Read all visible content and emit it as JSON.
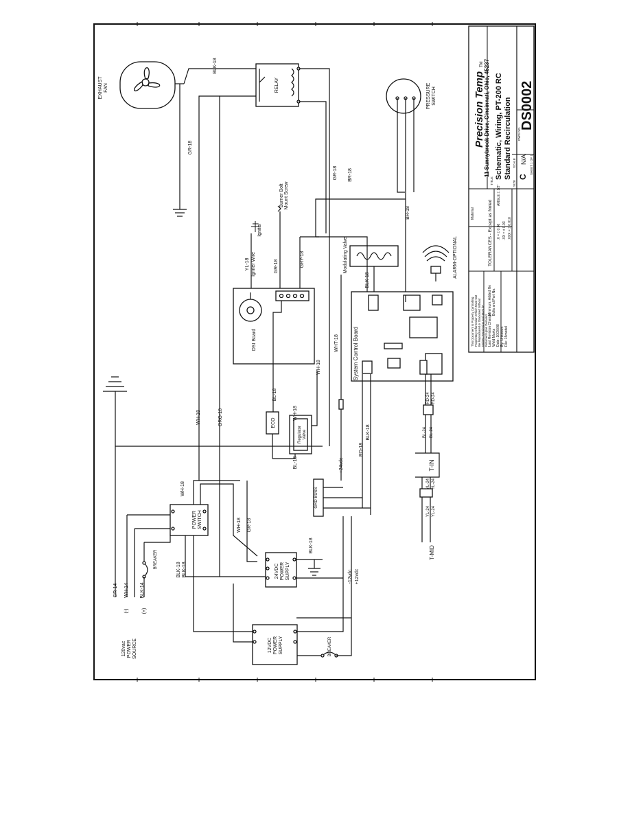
{
  "title_block": {
    "company": "Precision Temp",
    "tm": "TM",
    "address": "11 Sunnybrook Drive, Cincinnati, Ohio, 45237",
    "title_label": "TITLE:",
    "title_line1": "Schematic, Wiring, PT-200 RC",
    "title_line2": "Standard Recirculation",
    "size_label": "SIZE",
    "size_value": "C",
    "scale_label": "SCALE",
    "scale_value": "N/A",
    "dwg_label": "DWG NO.",
    "dwg_value": "DS0002",
    "sheet_label": "SHEET 1 OF 1",
    "tolerances": "TOLERANCES - Except as Noted",
    "tol_rows": [
      ".X = ± 0.06",
      ".XX = ± 0.03",
      ".XXX = ± 0.010",
      "ANGLE ± 1/2°"
    ],
    "notice": "This Document is Property Controlling Proprietary Information Which Must Not Be Reproduced or Disclosed Without Written Permission and Must be Returned Upon Demand.",
    "material_label": "Material",
    "notes": [
      "Last Revision Change",
      "Weld Marks",
      "Minimum, Added file",
      "Bolts and Part No."
    ],
    "date_label": "Date: 10/20/08",
    "by_label": "By: Unknown",
    "file_label": "File: 15model"
  },
  "components": {
    "exhaust_fan": "EXHAUST FAN",
    "relay": "RELAY",
    "pressure_switch": "PRESSURE SWITCH",
    "dsi_board": "DSI Board",
    "igniter_wire": "Igniter Wire",
    "igniter": "Igniter",
    "burner_bolt": "Burner Bolt Mount Screw",
    "modulating_valve": "Modulating Valve",
    "alarm": "ALARM-OPTIONAL",
    "control_board": "System Control Board",
    "regulator_valve": "Regulator Valve",
    "eco": "ECO",
    "power_switch": "POWER SWITCH",
    "ps24": "24VDC POWER SUPPLY",
    "ps12": "12VDC POWER SUPPLY",
    "breaker1": "BREAKER",
    "breaker2": "BREAKER",
    "power_source": "120vac POWER SOURCE",
    "grd_buss": "GRD BUSS",
    "t_in": "T-IN",
    "t_mid": "T-MID"
  },
  "wires": {
    "blk18_fan": "BLK-18",
    "gr18_fan": "GR-18",
    "gr18_relay": "GR-18",
    "br18_a": "BR-18",
    "br18_b": "BR-18",
    "yl18": "YL-18",
    "gr18_b": "GR-18",
    "gry18": "GRY-18",
    "blk18_mv": "BLK-18",
    "wh18_dsi": "WH-18",
    "wht18": "WHT-18",
    "wh18_main": "WH-18",
    "org18": "ORG-18",
    "bl18_eco": "BL-18",
    "wh18_reg": "WH-18",
    "bl18_reg": "BL-18",
    "pos24": "+24vdc",
    "rd18": "RD-18",
    "blk18_cb": "BLK-18",
    "rd24_a": "RD-24",
    "rd24_b": "RD-24",
    "bl24_a": "BL-24",
    "bl24_b": "BL-24",
    "yl24_a": "YL-24",
    "yl24_b": "YL-24",
    "yl24_c": "YL-24",
    "yl24_d": "YL-24",
    "wh18_ps": "WH-18",
    "wh18_ps2": "WH-18",
    "gr18_ps": "GR-18",
    "blk18_gnd": "BLK-18",
    "blk18_sw1": "BLK-18",
    "blk18_sw2": "BLK-18",
    "gr14": "GR-14",
    "wh14": "WH-14",
    "blk14": "BLK-14",
    "neg": "(-)",
    "pos": "(+)",
    "neg12": "-12vdc",
    "pos12": "+12vdc"
  }
}
